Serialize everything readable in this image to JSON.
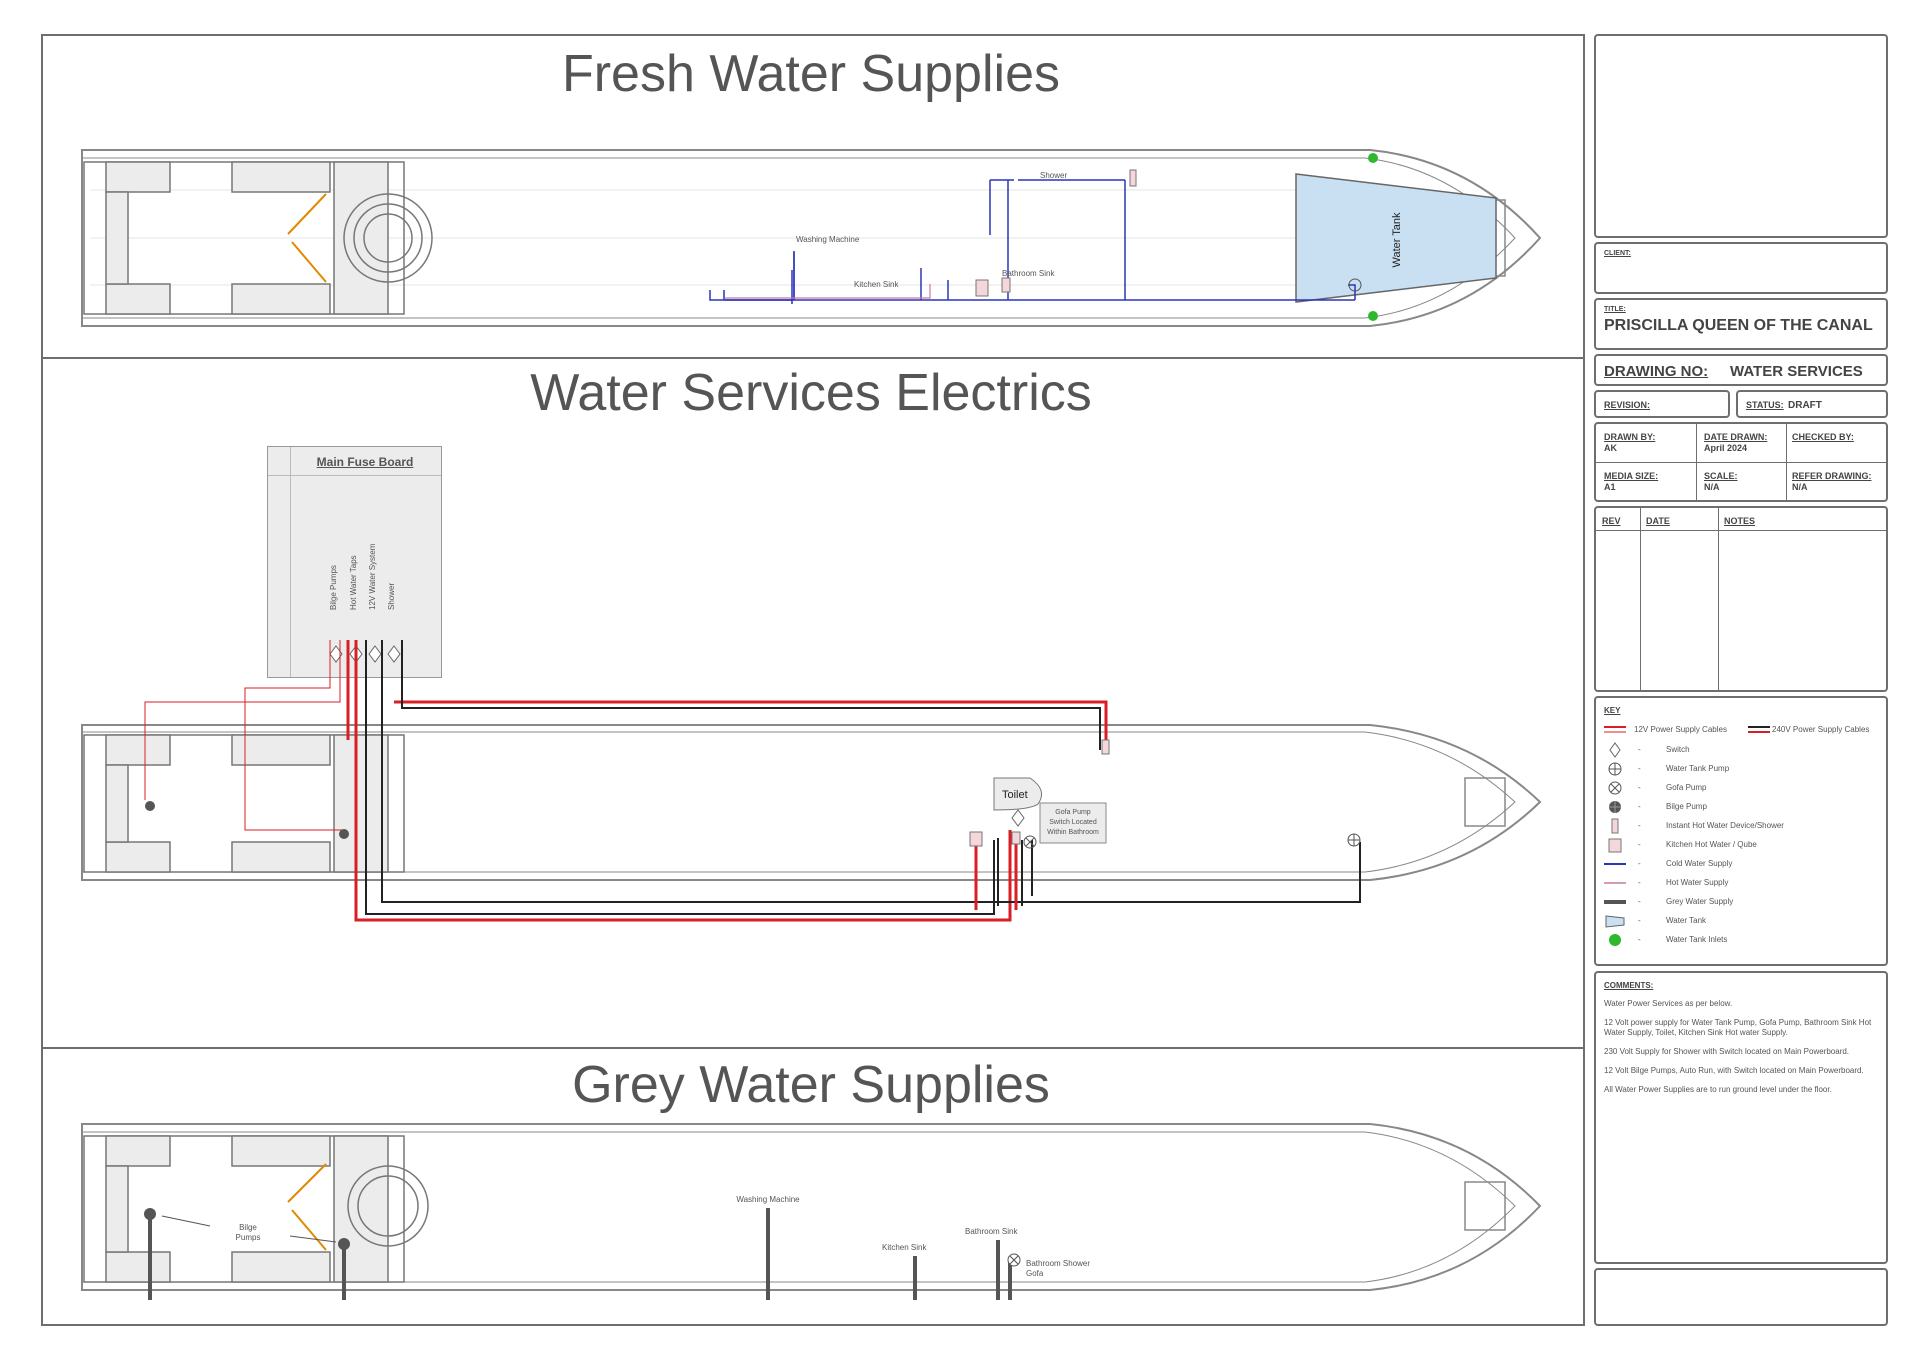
{
  "sections": {
    "fresh": {
      "title": "Fresh Water Supplies",
      "labels": {
        "shower": "Shower",
        "washing_machine": "Washing Machine",
        "kitchen_sink": "Kitchen Sink",
        "bathroom_sink": "Bathroom Sink",
        "water_tank": "Water Tank"
      }
    },
    "electrics": {
      "title": "Water Services Electrics",
      "fuse_board": "Main Fuse Board",
      "fuse_circuits": [
        "Bilge Pumps",
        "Hot Water Taps",
        "12V Water System",
        "Shower"
      ],
      "toilet": "Toilet",
      "gofa_note": [
        "Gofa Pump",
        "Switch Located",
        "Within Bathroom"
      ]
    },
    "grey": {
      "title": "Grey Water Supplies",
      "labels": {
        "bilge": "Bilge",
        "pumps": "Pumps",
        "washing_machine": "Washing Machine",
        "kitchen_sink": "Kitchen Sink",
        "bathroom_sink": "Bathroom Sink",
        "bathroom_shower": "Bathroom Shower",
        "gofa": "Gofa"
      }
    }
  },
  "title_block": {
    "client_label": "CLIENT:",
    "client_value": "",
    "title_label": "TITLE:",
    "title_value": "PRISCILLA QUEEN OF THE CANAL",
    "drawing_no_label": "DRAWING NO:",
    "drawing_no_value": "WATER SERVICES",
    "revision_label": "REVISION:",
    "revision_value": "",
    "status_label": "STATUS:",
    "status_value": "DRAFT",
    "drawn_by_label": "DRAWN BY:",
    "drawn_by_value": "AK",
    "date_drawn_label": "DATE DRAWN:",
    "date_drawn_value": "April 2024",
    "checked_by_label": "CHECKED BY:",
    "checked_by_value": "",
    "media_size_label": "MEDIA SIZE:",
    "media_size_value": "A1",
    "scale_label": "SCALE:",
    "scale_value": "N/A",
    "refer_label": "REFER DRAWING:",
    "refer_value": "N/A",
    "rev_headers": [
      "REV",
      "DATE",
      "NOTES"
    ],
    "key_title": "KEY",
    "key_items": [
      {
        "icon": "12v-cable-icon",
        "label": "12V Power Supply Cables"
      },
      {
        "icon": "240v-cable-icon",
        "label": "240V Power Supply Cables"
      },
      {
        "icon": "switch-icon",
        "label": "Switch"
      },
      {
        "icon": "water-tank-pump-icon",
        "label": "Water Tank Pump"
      },
      {
        "icon": "gofa-pump-icon",
        "label": "Gofa Pump"
      },
      {
        "icon": "bilge-pump-icon",
        "label": "Bilge Pump"
      },
      {
        "icon": "hot-water-device-icon",
        "label": "Instant Hot Water Device/Shower"
      },
      {
        "icon": "kitchen-hot-water-icon",
        "label": "Kitchen Hot Water / Qube"
      },
      {
        "icon": "cold-water-line-icon",
        "label": "Cold Water Supply"
      },
      {
        "icon": "hot-water-line-icon",
        "label": "Hot Water Supply"
      },
      {
        "icon": "grey-water-line-icon",
        "label": "Grey Water Supply"
      },
      {
        "icon": "water-tank-icon",
        "label": "Water Tank"
      },
      {
        "icon": "water-tank-inlet-icon",
        "label": "Water Tank Inlets"
      }
    ],
    "key_dash": "-",
    "comments_label": "COMMENTS:",
    "comments": [
      "Water Power Services as per below.",
      "12 Volt power supply for Water Tank Pump, Gofa Pump, Bathroom Sink Hot Water Supply, Toilet, Kitchen Sink Hot water Supply.",
      "230 Volt Supply for Shower with Switch located on Main Powerboard.",
      "12 Volt Bilge Pumps, Auto Run, with Switch located on Main Powerboard.",
      "All Water Power Supplies are to run ground level under the floor."
    ]
  },
  "colors": {
    "cold": "#2b35b8",
    "hot": "#c77c9c",
    "red": "#d81f26",
    "grey": "#555555",
    "tank": "#c9dff2",
    "inlet": "#2eb82e"
  }
}
